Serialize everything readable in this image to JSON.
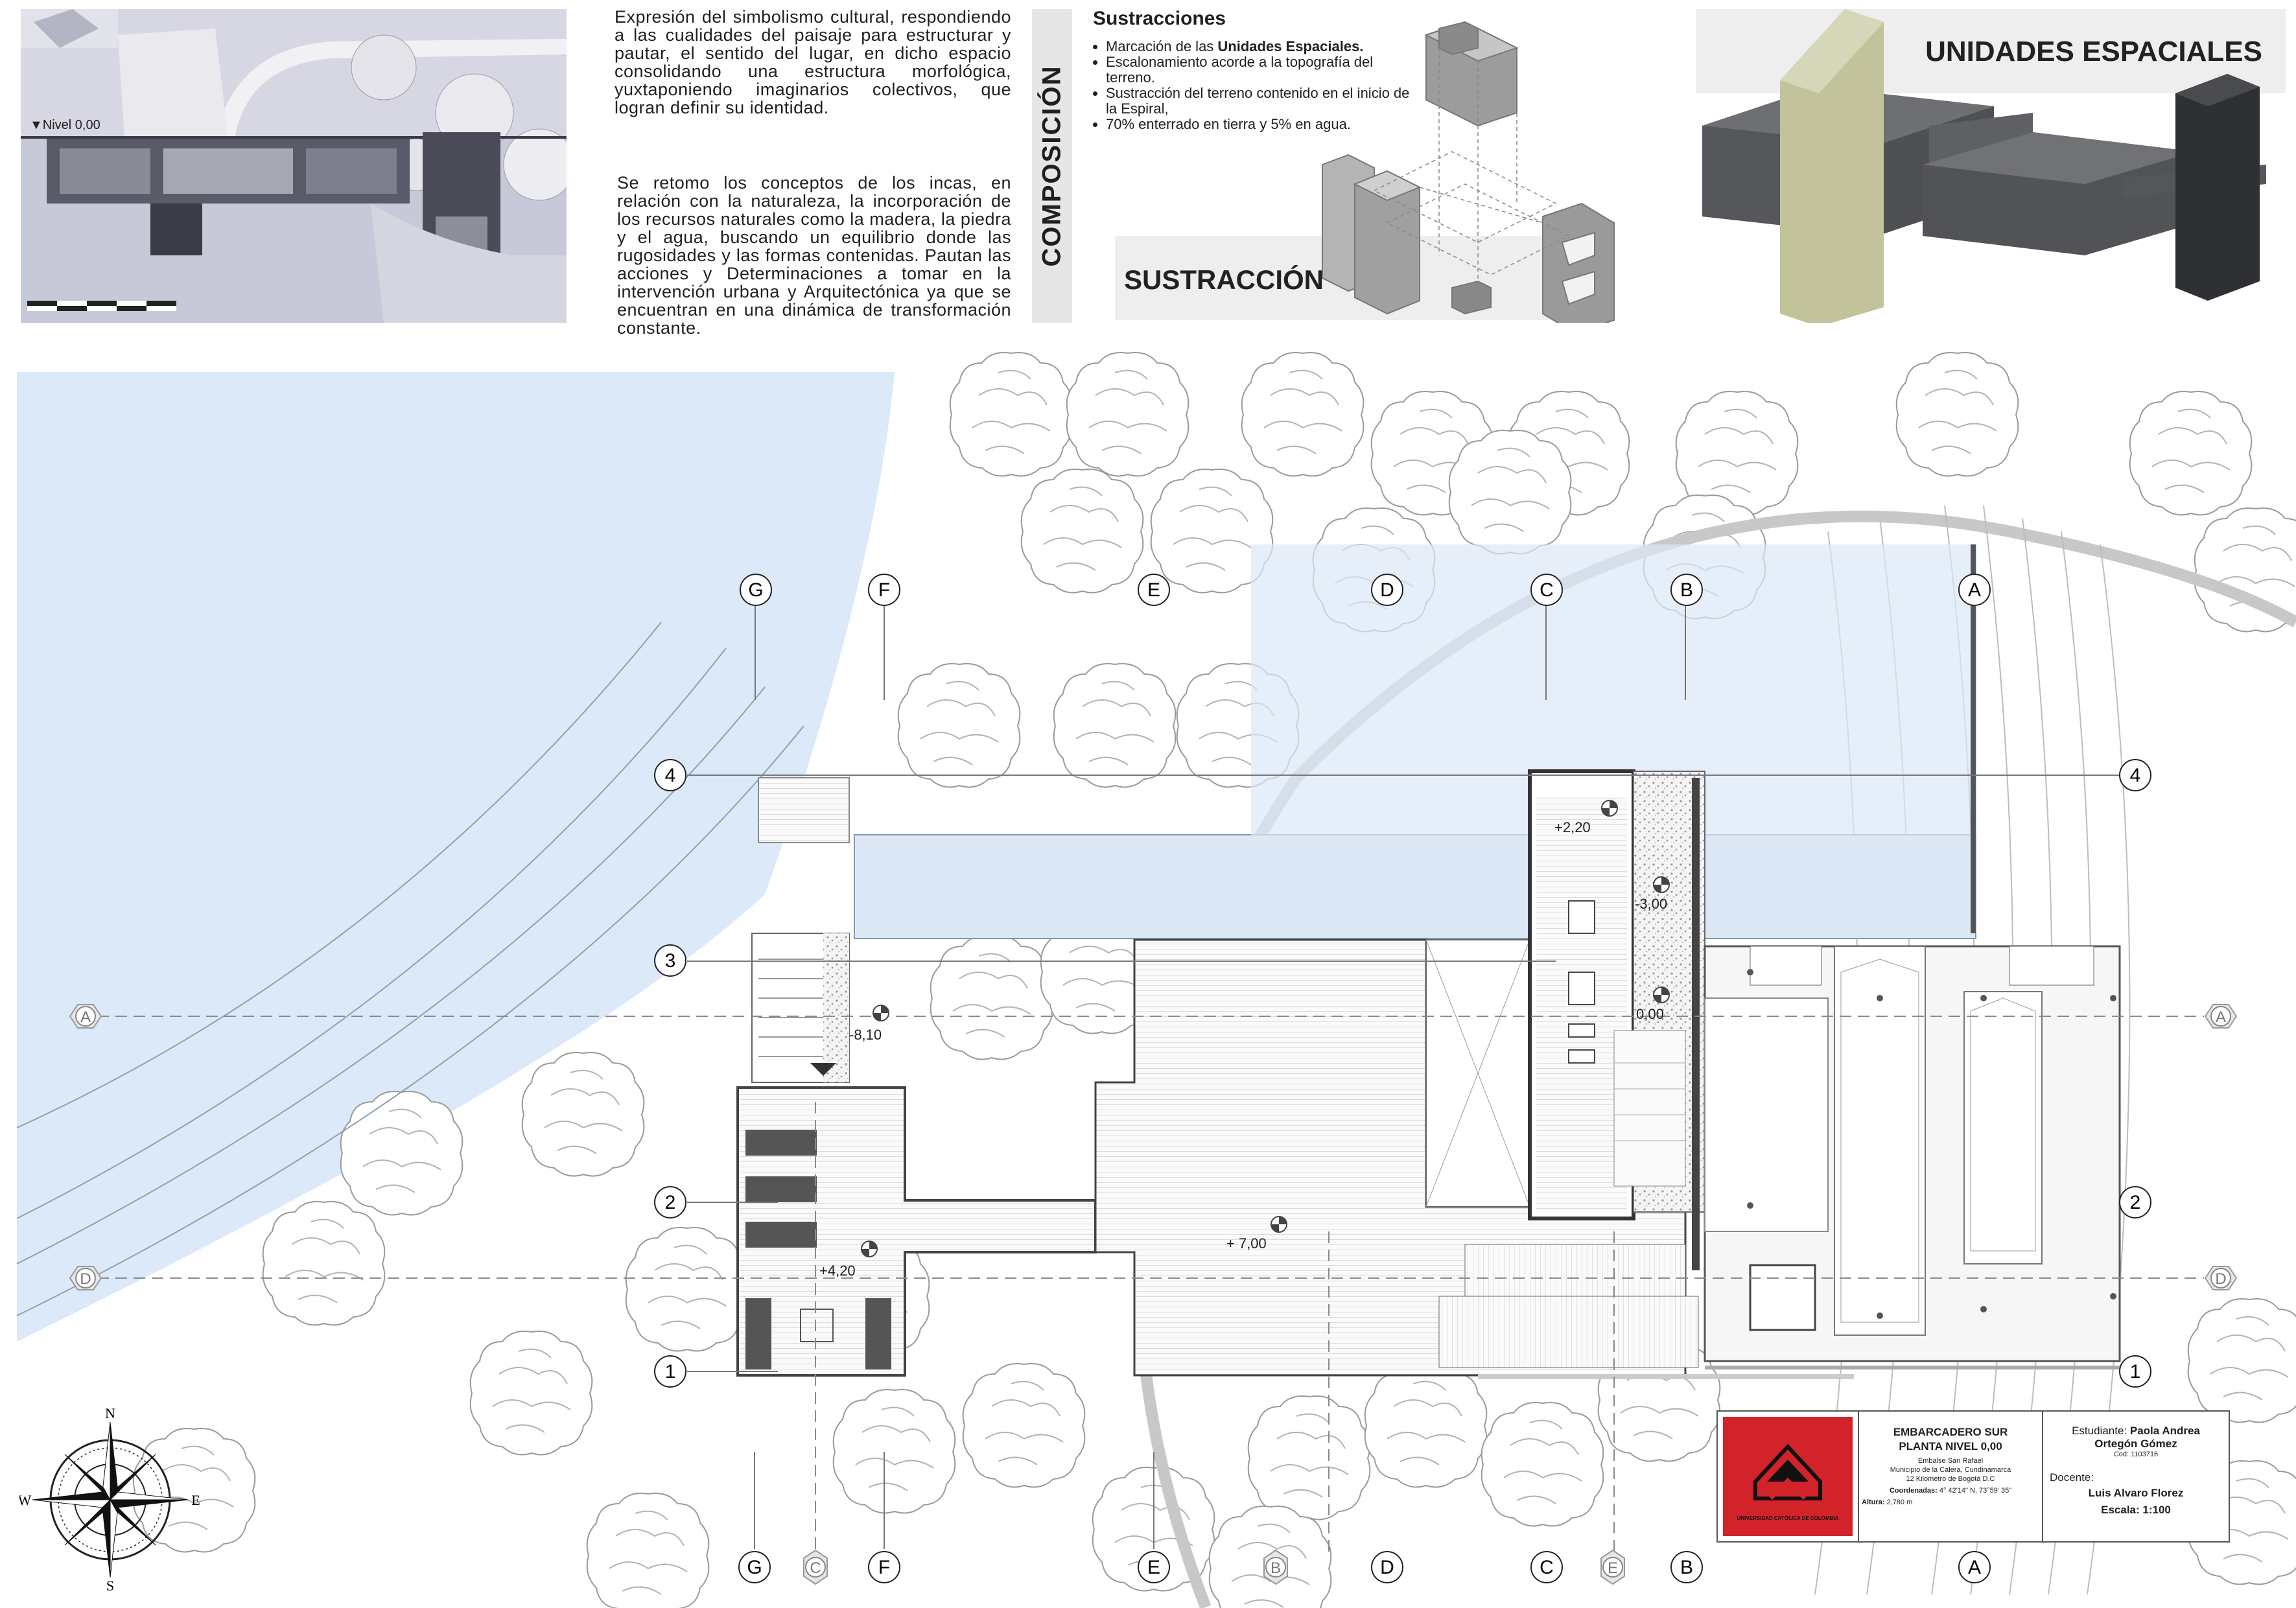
{
  "section": {
    "level_label": "▼Nivel 0,00"
  },
  "intro": {
    "paragraph1": "Expresión del simbolismo cultural, respondiendo a las cualidades del paisaje para estructurar y pautar, el sentido del lugar, en dicho espacio consolidando una estructura morfológica, yuxtaponiendo imaginarios colectivos, que logran definir su identidad.",
    "paragraph2": "Se retomo los conceptos de los incas, en relación con la naturaleza, la incorporación de los recursos naturales como la madera, la piedra y el agua, buscando un equilibrio donde las rugosidades y las formas contenidas. Pautan las acciones y Determinaciones a tomar en la intervención urbana y Arquitectónica ya que se encuentran en una dinámica de transformación constante."
  },
  "composition": {
    "label": "COMPOSICIÓN",
    "heading": "Sustracciones",
    "items": [
      {
        "pre": "Marcación de las ",
        "bold": "Unidades Espaciales."
      },
      {
        "pre": "Escalonamiento acorde a la topografía del terreno.",
        "bold": ""
      },
      {
        "pre": "Sustracción del terreno contenido en el inicio de la Espiral,",
        "bold": ""
      },
      {
        "pre": "70% enterrado en tierra y 5% en agua.",
        "bold": ""
      }
    ],
    "diagram_label": "SUSTRACCIÓN"
  },
  "unidades": {
    "title": "UNIDADES ESPACIALES"
  },
  "plan": {
    "grid_letters_top": [
      "G",
      "F",
      "E",
      "D",
      "C",
      "B",
      "A"
    ],
    "grid_letters_bottom": [
      "G",
      "F",
      "E",
      "D",
      "C",
      "B",
      "A"
    ],
    "grid_numbers": [
      "4",
      "3",
      "2",
      "1"
    ],
    "section_markers": [
      "A",
      "D",
      "A",
      "D",
      "C",
      "B",
      "E"
    ],
    "levels": {
      "l1": "+2,20",
      "l2": "-3,00",
      "l3": "0,00",
      "l4": "-8,10",
      "l5": "+4,20",
      "l6": "+ 7,00"
    },
    "compass": {
      "n": "N",
      "s": "S",
      "e": "E",
      "w": "W"
    }
  },
  "title_block": {
    "project": "EMBARCADERO SUR",
    "sheet": "PLANTA NIVEL   0,00",
    "place1": "Embalse San Rafael",
    "place2": "Municipio de la Calera, Cundinamarca",
    "place3": "12 Kilometro de Bogotá D.C",
    "coords_label": "Coordenadas:",
    "coords": "4° 42'14\" N, 73°59' 35\"",
    "altura_label": "Altura:",
    "altura": "2,780 m",
    "student_label": "Estudiante:",
    "student_name1": "Paola Andrea",
    "student_name2": "Ortegón Gómez",
    "code": "Cod: 1103716",
    "docente_label": "Docente:",
    "docente": "Luis Alvaro Florez",
    "scale": "Escala: 1:100",
    "logo_text": "UNIVERSIDAD CATÓLICA DE COLOMBIA"
  },
  "colors": {
    "water": "#dbe9f9",
    "logo_red": "#d2232a",
    "bar_grey": "#e6e6e6",
    "dark_block": "#5b5c5f"
  }
}
